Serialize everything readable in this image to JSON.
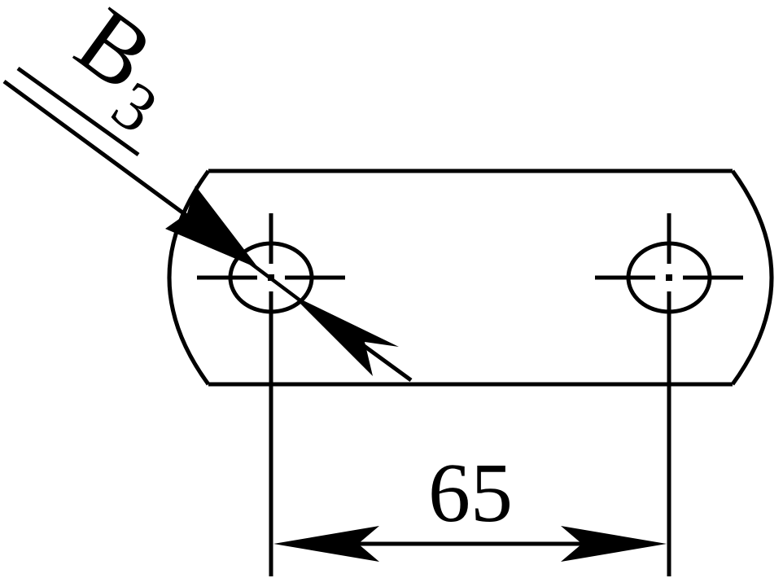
{
  "drawing": {
    "section_letter": "B",
    "section_subscript": "3",
    "dimension_value": "65"
  },
  "colors": {
    "ink": "#000000",
    "paper": "#ffffff"
  }
}
